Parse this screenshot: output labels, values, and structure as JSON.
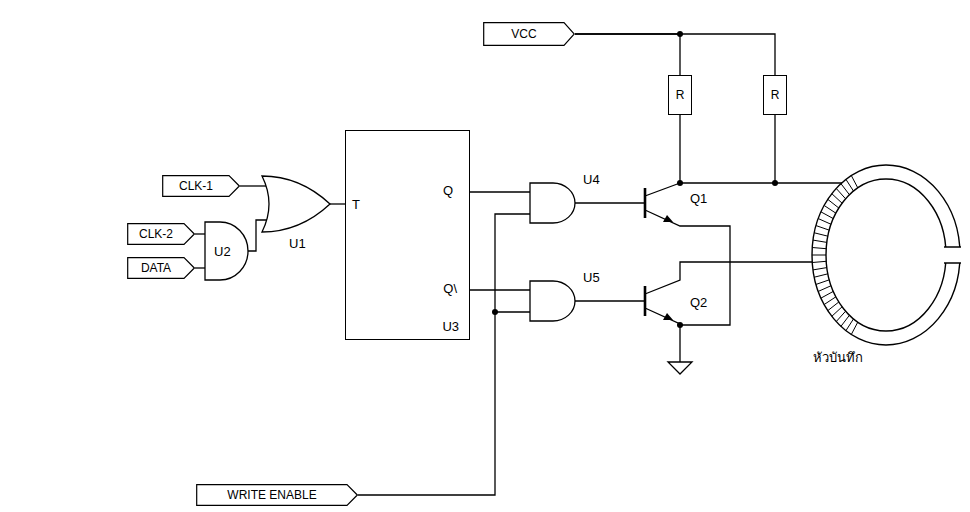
{
  "diagram": {
    "nodes": [
      {
        "text": [
          "VCC"
        ]
      },
      {
        "text": [
          "R"
        ]
      },
      {
        "text": [
          "R"
        ]
      },
      {
        "text": [
          "CLK-1"
        ]
      },
      {
        "text": [
          "CLK-2"
        ]
      },
      {
        "text": [
          "DATA"
        ]
      },
      {
        "text": [
          "T",
          "Q",
          "Q\\",
          "U3"
        ]
      },
      {
        "text": [
          "WRITE ENABLE"
        ]
      }
    ],
    "edges": [
      {
        "from": 0,
        "to": 1,
        "arrow": "none"
      },
      {
        "from": 0,
        "to": 2,
        "arrow": "none"
      },
      {
        "from": 1,
        "to": 2,
        "arrow": "none"
      }
    ],
    "labels": [
      "U1",
      "U2",
      "U4",
      "Q1",
      "U5",
      "Q2",
      "หัวบันทึก"
    ]
  }
}
